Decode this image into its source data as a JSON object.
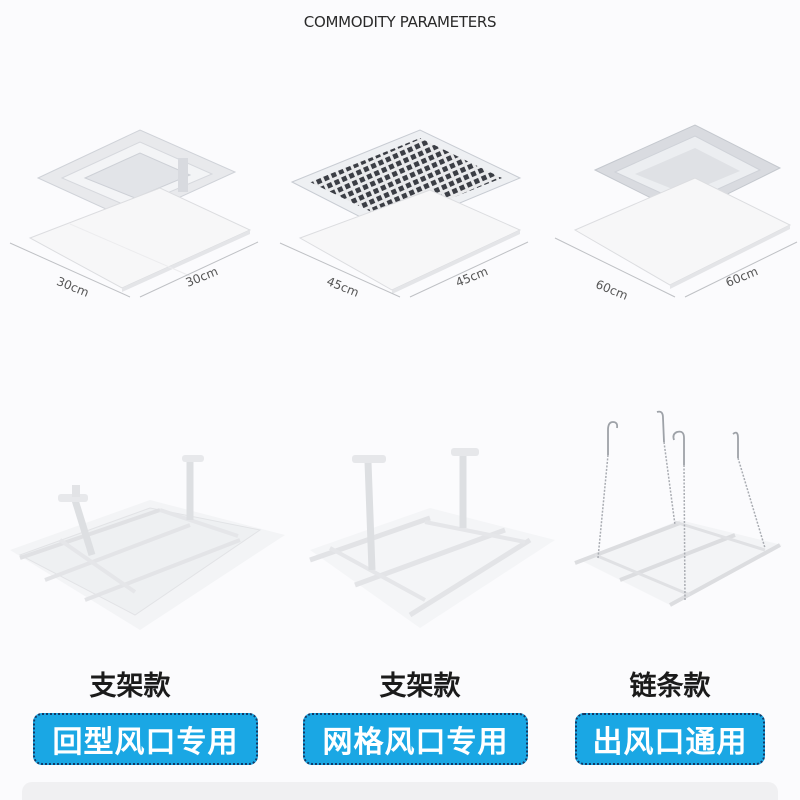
{
  "header": {
    "title": "COMMODITY PARAMETERS"
  },
  "sizes": [
    {
      "name": "30cm panel",
      "width_label": "30cm",
      "depth_label": "30cm",
      "vent_style": "square-diffuser"
    },
    {
      "name": "45cm panel",
      "width_label": "45cm",
      "depth_label": "45cm",
      "vent_style": "grid-grille"
    },
    {
      "name": "60cm panel",
      "width_label": "60cm",
      "depth_label": "60cm",
      "vent_style": "square-diffuser"
    }
  ],
  "mounts": [
    {
      "type_label": "支架款",
      "usage_label": "回型风口专用",
      "mount_style": "bracket"
    },
    {
      "type_label": "支架款",
      "usage_label": "网格风口专用",
      "mount_style": "bracket"
    },
    {
      "type_label": "链条款",
      "usage_label": "出风口通用",
      "mount_style": "chain-hooks"
    }
  ],
  "colors": {
    "badge_fill": "#1aa7e4",
    "badge_border": "#123a66",
    "badge_text": "#ffffff",
    "background": "#fbfbfd"
  }
}
